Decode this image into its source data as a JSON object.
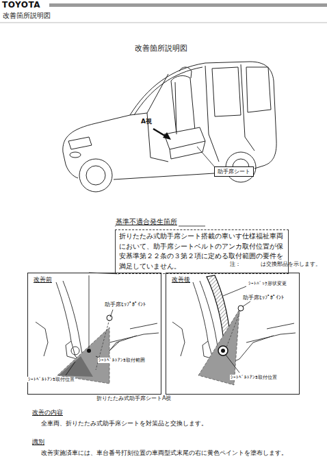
{
  "diagram": {
    "title": "改善箇所説明図",
    "nodes": [
      {
        "text": [
          "基準不適合発生箇所",
          "折りたたみ式助手席シート搭載の車いす仕様福祉車両において、助手席シートベルトのアンカ取付位置が保安基準第２２条の３第２項に定める取付範囲の要件を満足していません。"
        ]
      },
      {
        "text": [
          "助手席シート"
        ]
      },
      {
        "text": [
          "改善前"
        ]
      },
      {
        "text": [
          "改善後"
        ]
      }
    ],
    "edges": [
      {
        "from": 0,
        "to": 2,
        "arrow": "none"
      }
    ],
    "labels": [
      "TOYOTA",
      "改善箇所説明図",
      "A視",
      "注：",
      "は交換部品を示します。",
      "助手席ﾋｯﾌﾟﾎﾟｲﾝﾄ",
      "ｼｰﾄﾍﾞﾙﾄｱﾝｶ取付範囲",
      "ｼｰﾄﾍﾞﾙﾄｱﾝｶ取付位置",
      "折りたたみ式助手席シートA視",
      "ｼｰﾄﾊﾞｯｸ形状変更",
      "助手席ﾋｯﾌﾟﾎﾟｲﾝﾄ",
      "ｼｰﾄﾍﾞﾙﾄｱﾝｶ取付位置",
      "改善の内容",
      "全車両、折りたたみ式助手席シートを対策品と交換します。",
      "識別",
      "改善実施済車には、車台番号打刻位置の車両型式末尾の右に黄色ペイントを塗布します。"
    ]
  }
}
